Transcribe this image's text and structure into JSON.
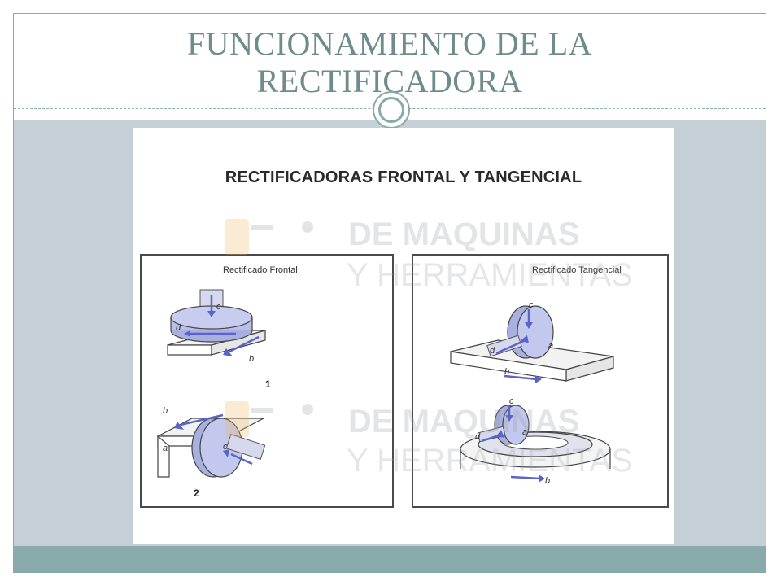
{
  "slide": {
    "title_line1": "FUNCIONAMIENTO DE LA",
    "title_line2": "RECTIFICADORA"
  },
  "figure": {
    "heading": "RECTIFICADORAS FRONTAL Y TANGENCIAL",
    "watermark_line1": "DE MAQUINAS",
    "watermark_line2": "Y HERRAMIENTAS",
    "left_panel": {
      "label": "Rectificado Frontal",
      "number_1": "1",
      "number_2": "2",
      "letters": [
        "c",
        "d",
        "b",
        "b",
        "a",
        "c"
      ]
    },
    "right_panel": {
      "label": "Rectificado Tangencial",
      "letters": [
        "c",
        "d",
        "a",
        "b",
        "c",
        "d",
        "a",
        "b"
      ]
    }
  },
  "colors": {
    "title": "#6e8c8e",
    "content_bg": "#c5d0d6",
    "footer": "#88aaab",
    "wheel": "#b9bfe6",
    "arrow": "#5a63c9"
  }
}
